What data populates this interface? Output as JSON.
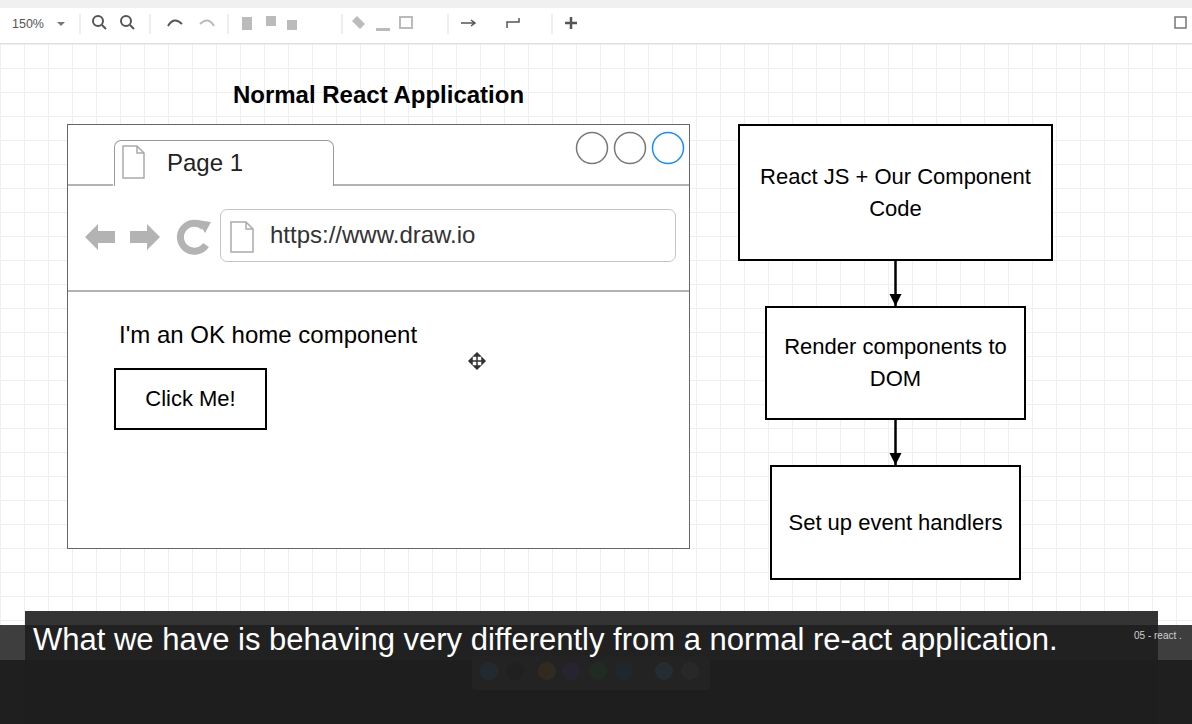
{
  "diagram": {
    "caption": "What we have is behaving very differently from a normal re-act application.",
    "nodes": [
      {
        "text": [
          "Normal React Application",
          "I'm an OK home component"
        ]
      },
      {
        "text": [
          "Page 1"
        ],
        "in": 0
      },
      {
        "text": [
          "https://www.draw.io"
        ],
        "in": 0
      },
      {
        "text": [
          "Click Me!"
        ],
        "in": 0
      },
      {
        "text": [
          "React JS + Our Component Code"
        ]
      },
      {
        "text": [
          "Render components to DOM"
        ]
      },
      {
        "text": [
          "Set up event handlers"
        ]
      }
    ],
    "edges": [
      {
        "from": 4,
        "to": 5,
        "arrow": "to"
      },
      {
        "from": 5,
        "to": 6,
        "arrow": "to"
      }
    ],
    "labels": [
      "150%",
      "05 - react ."
    ]
  }
}
